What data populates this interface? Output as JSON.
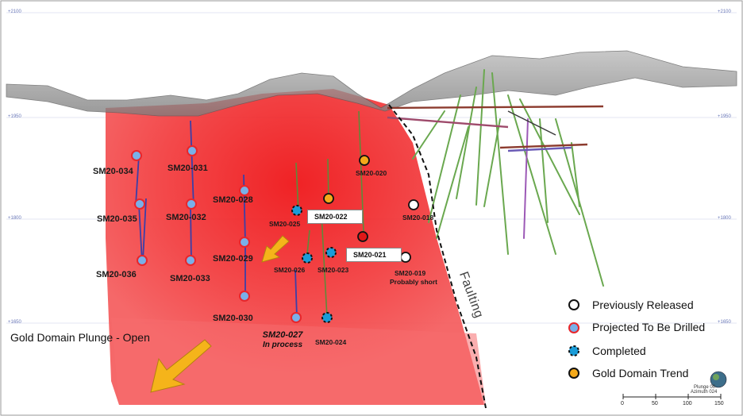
{
  "elevation_labels": {
    "e2100": "+2100",
    "e1950": "+1950",
    "e1800": "+1800",
    "e1650": "+1650"
  },
  "drill_holes": {
    "sm20_034": "SM20-034",
    "sm20_031": "SM20-031",
    "sm20_035": "SM20-035",
    "sm20_032": "SM20-032",
    "sm20_036": "SM20-036",
    "sm20_033": "SM20-033",
    "sm20_028": "SM20-028",
    "sm20_029": "SM20-029",
    "sm20_030": "SM20-030",
    "sm20_027": "SM20-027",
    "sm20_025": "SM20-025",
    "sm20_026": "SM20-026",
    "sm20_023": "SM20-023",
    "sm20_024": "SM20-024",
    "sm20_022": "SM20-022",
    "sm20_021": "SM20-021",
    "sm20_020": "SM20-020",
    "sm20_018": "SM20-018",
    "sm20_019": "SM20-019"
  },
  "notes": {
    "in_process": "In process",
    "probably_short": "Probably short"
  },
  "annotations": {
    "plunge": "Gold Domain Plunge - Open",
    "faulting": "Faulting"
  },
  "legend": {
    "previously_released": "Previously Released",
    "projected": "Projected To Be Drilled",
    "completed": "Completed",
    "gold_trend": "Gold Domain Trend"
  },
  "compass": {
    "plunge": "Plunge 00",
    "azimuth": "Azimuth 024"
  },
  "scale": {
    "s0": "0",
    "s50": "50",
    "s100": "100",
    "s150": "150"
  },
  "colors": {
    "red_zone": "#f24b4b",
    "projected_fill": "#7ab0e8",
    "projected_ring": "#e8262b",
    "completed": "#1a9cd8",
    "gold": "#f4a91a",
    "arrow": "#f5b41a"
  }
}
